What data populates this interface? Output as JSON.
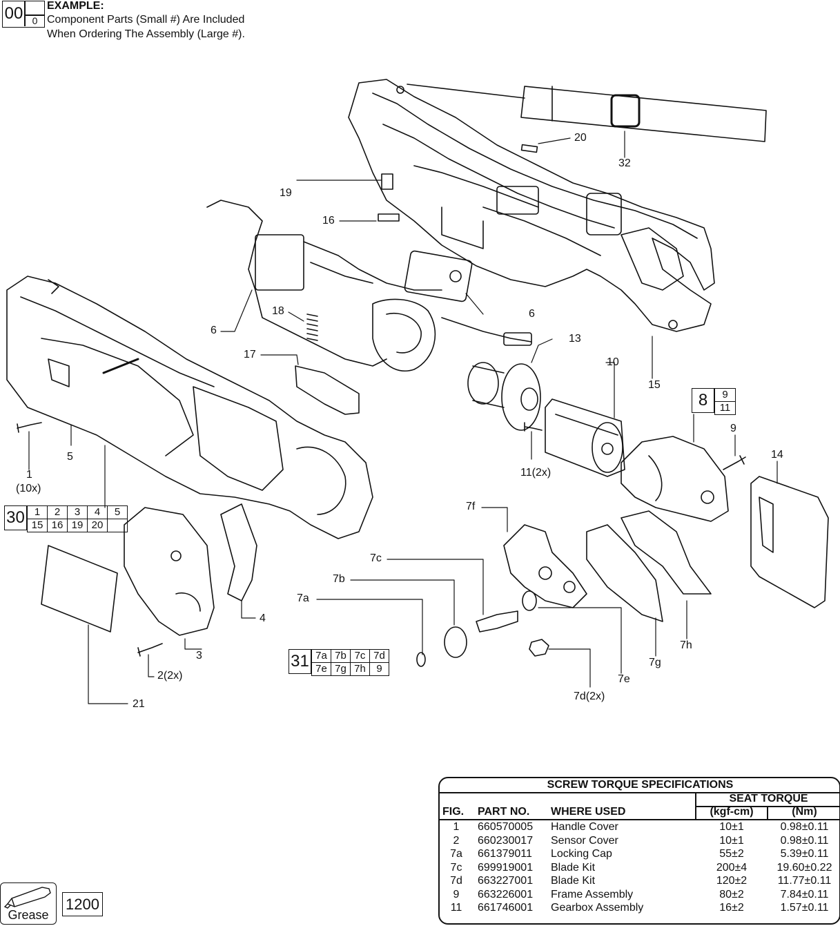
{
  "example": {
    "big_code": "00",
    "small_code": "0",
    "heading": "EXAMPLE:",
    "line1": "Component Parts (Small #) Are Included",
    "line2": "When Ordering The Assembly (Large #)."
  },
  "assemblies": [
    {
      "id": "30",
      "components": [
        "1",
        "2",
        "3",
        "4",
        "5",
        "15",
        "16",
        "19",
        "20",
        ""
      ]
    },
    {
      "id": "31",
      "components": [
        "7a",
        "7b",
        "7c",
        "7d",
        "7e",
        "7g",
        "7h",
        "9"
      ]
    },
    {
      "id": "8",
      "components": [
        "9",
        "11"
      ]
    }
  ],
  "callouts": {
    "c20": "20",
    "c32": "32",
    "c19": "19",
    "c16": "16",
    "c6a": "6",
    "c6b": "6",
    "c18": "18",
    "c17": "17",
    "c13": "13",
    "c10": "10",
    "c15": "15",
    "c9": "9",
    "c14": "14",
    "c11": "11(2x)",
    "c1": "1",
    "c1q": "(10x)",
    "c5": "5",
    "c7f": "7f",
    "c7c": "7c",
    "c7b": "7b",
    "c7a": "7a",
    "c4": "4",
    "c3": "3",
    "c2": "2(2x)",
    "c21": "21",
    "c7e": "7e",
    "c7g": "7g",
    "c7h": "7h",
    "c7d": "7d(2x)"
  },
  "grease": {
    "label": "Grease",
    "code": "1200"
  },
  "torque_table": {
    "title": "SCREW TORQUE SPECIFICATIONS",
    "seat_torque": "SEAT TORQUE",
    "headers": {
      "fig": "FIG.",
      "part": "PART NO.",
      "where": "WHERE USED",
      "kgf": "(kgf-cm)",
      "nm": "(Nm)"
    },
    "rows": [
      {
        "fig": "1",
        "part": "660570005",
        "where": "Handle Cover",
        "kgf": "10±1",
        "nm": "0.98±0.11"
      },
      {
        "fig": "2",
        "part": "660230017",
        "where": "Sensor Cover",
        "kgf": "10±1",
        "nm": "0.98±0.11"
      },
      {
        "fig": "7a",
        "part": "661379011",
        "where": "Locking Cap",
        "kgf": "55±2",
        "nm": "5.39±0.11"
      },
      {
        "fig": "7c",
        "part": "699919001",
        "where": "Blade Kit",
        "kgf": "200±4",
        "nm": "19.60±0.22"
      },
      {
        "fig": "7d",
        "part": "663227001",
        "where": "Blade Kit",
        "kgf": "120±2",
        "nm": "11.77±0.11"
      },
      {
        "fig": "9",
        "part": "663226001",
        "where": "Frame Assembly",
        "kgf": "80±2",
        "nm": "7.84±0.11"
      },
      {
        "fig": "11",
        "part": "661746001",
        "where": "Gearbox Assembly",
        "kgf": "16±2",
        "nm": "1.57±0.11"
      }
    ]
  }
}
